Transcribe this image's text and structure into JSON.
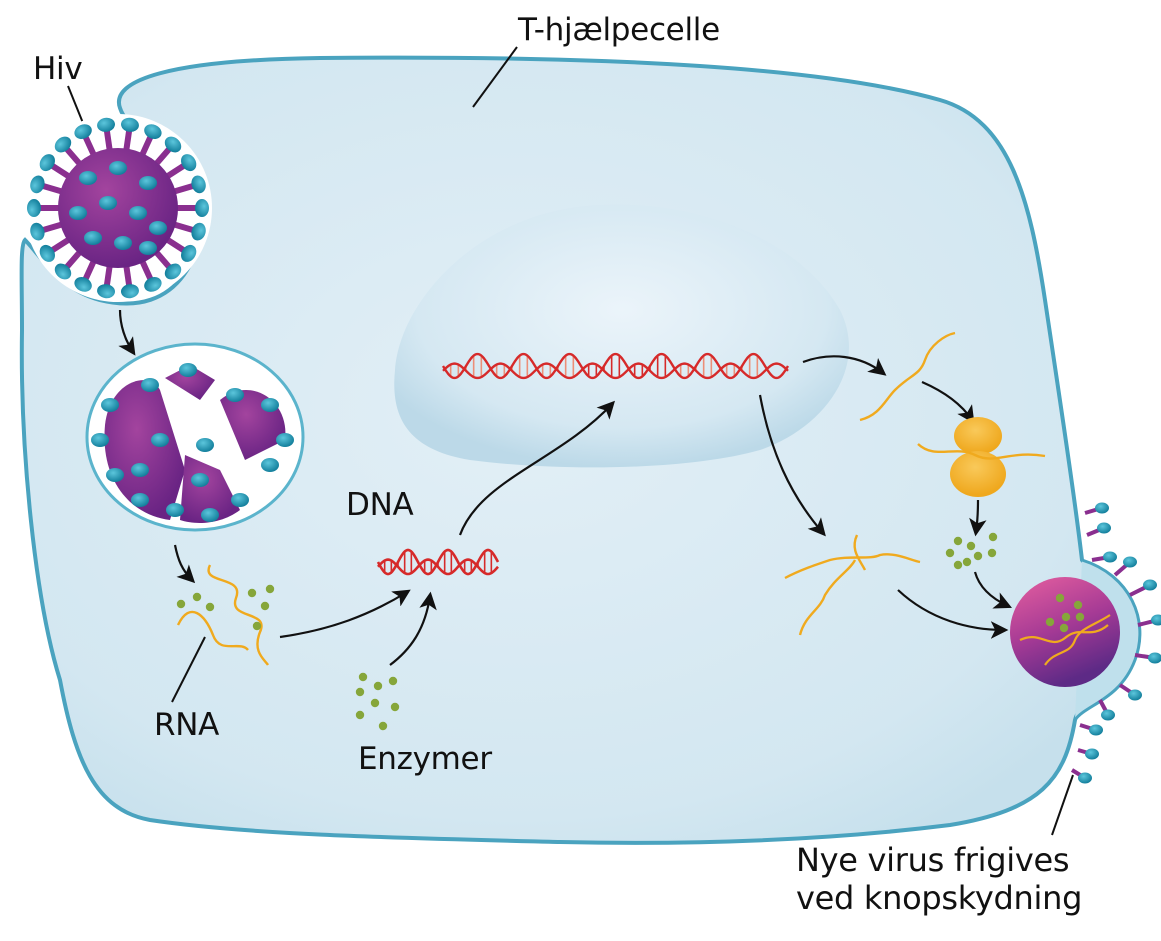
{
  "diagram": {
    "title": "HIV replication in a T-helper cell",
    "labels": {
      "hiv": "Hiv",
      "cell": "T-hjælpecelle",
      "dna": "DNA",
      "rna": "RNA",
      "enzymes": "Enzymer",
      "budding_line1": "Nye virus frigives",
      "budding_line2": "ved knopskydning"
    },
    "stages": [
      "virus attaches to cell membrane",
      "virus capsid breaks open inside cell",
      "viral RNA and enzymes released",
      "RNA reverse-transcribed to DNA by enzymes",
      "viral DNA integrated into nucleus DNA",
      "DNA transcribed to viral RNA",
      "RNA translated at ribosome to enzymes",
      "RNA and enzymes assembled into new virion",
      "new virus released by budding"
    ],
    "colors": {
      "cytoplasm": "#d2e6f0",
      "membrane": "#4aa3bf",
      "nucleus": "#c3dcea",
      "virus_body": "#8a2f8f",
      "virus_spike_head": "#1f9bb8",
      "rna": "#f0aa1e",
      "dna": "#d62a2a",
      "dna_light": "#ec8f78",
      "enzyme": "#86a63a",
      "ribosome": "#f5b52e",
      "arrow": "#111111"
    }
  }
}
